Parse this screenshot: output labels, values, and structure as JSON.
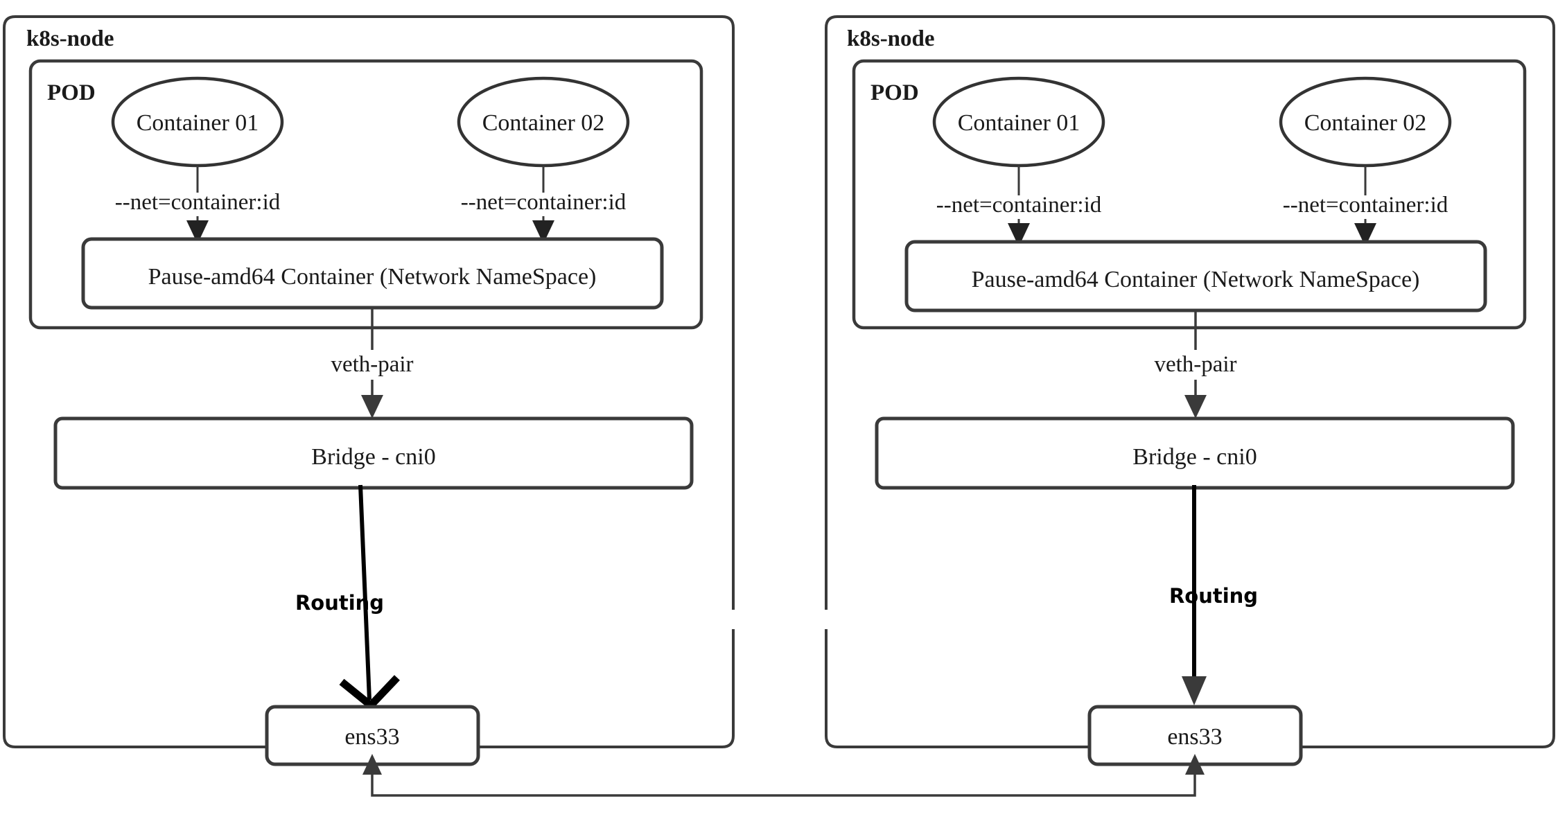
{
  "diagram": {
    "title": "Kubernetes Pod Networking (CNI bridge / veth-pair / routing)",
    "colors": {
      "background": "#ffffff",
      "stroke": "#3a3a3a",
      "text": "#1a1a1a",
      "bold_line": "#000000"
    },
    "nodes": [
      {
        "id": "node-left",
        "title": "k8s-node",
        "pod": {
          "title": "POD",
          "containers": [
            {
              "label": "Container 01",
              "edge_label": "--net=container:id"
            },
            {
              "label": "Container 02",
              "edge_label": "--net=container:id"
            }
          ],
          "pause": {
            "label": "Pause-amd64 Container (Network NameSpace)"
          }
        },
        "veth_label": "veth-pair",
        "bridge": {
          "label": "Bridge - cni0"
        },
        "routing_label": "Routing",
        "nic": {
          "label": "ens33"
        }
      },
      {
        "id": "node-right",
        "title": "k8s-node",
        "pod": {
          "title": "POD",
          "containers": [
            {
              "label": "Container 01",
              "edge_label": "--net=container:id"
            },
            {
              "label": "Container 02",
              "edge_label": "--net=container:id"
            }
          ],
          "pause": {
            "label": "Pause-amd64 Container (Network NameSpace)"
          }
        },
        "veth_label": "veth-pair",
        "bridge": {
          "label": "Bridge - cni0"
        },
        "routing_label": "Routing",
        "nic": {
          "label": "ens33"
        }
      }
    ]
  }
}
